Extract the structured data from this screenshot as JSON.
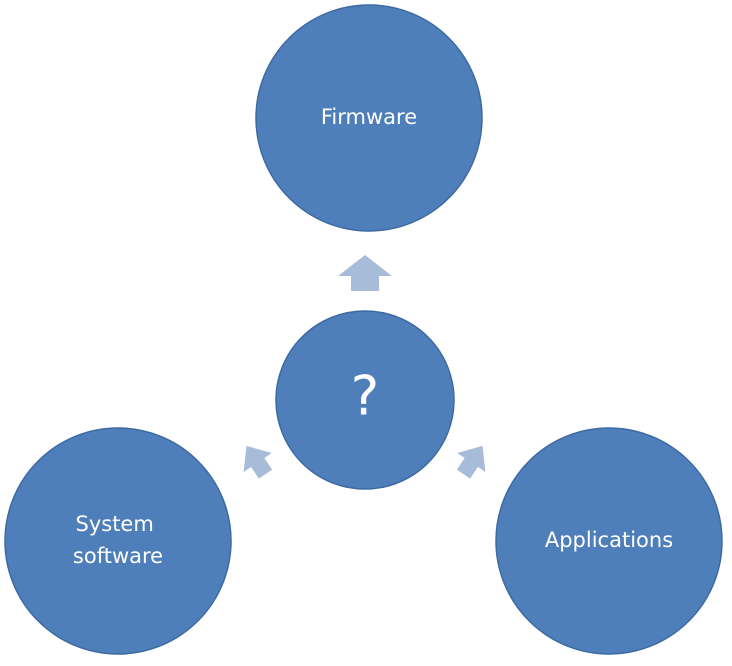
{
  "diagram": {
    "center": {
      "label": "?"
    },
    "nodes": {
      "firmware": {
        "label": "Firmware"
      },
      "system_software": {
        "lines": [
          "System",
          "software"
        ]
      },
      "applications": {
        "label": "Applications"
      }
    },
    "colors": {
      "circle_fill": "#4f7fba",
      "circle_stroke": "#3d6aa3",
      "arrow_fill": "#a7bcd9",
      "label_color": "#ffffff"
    }
  }
}
